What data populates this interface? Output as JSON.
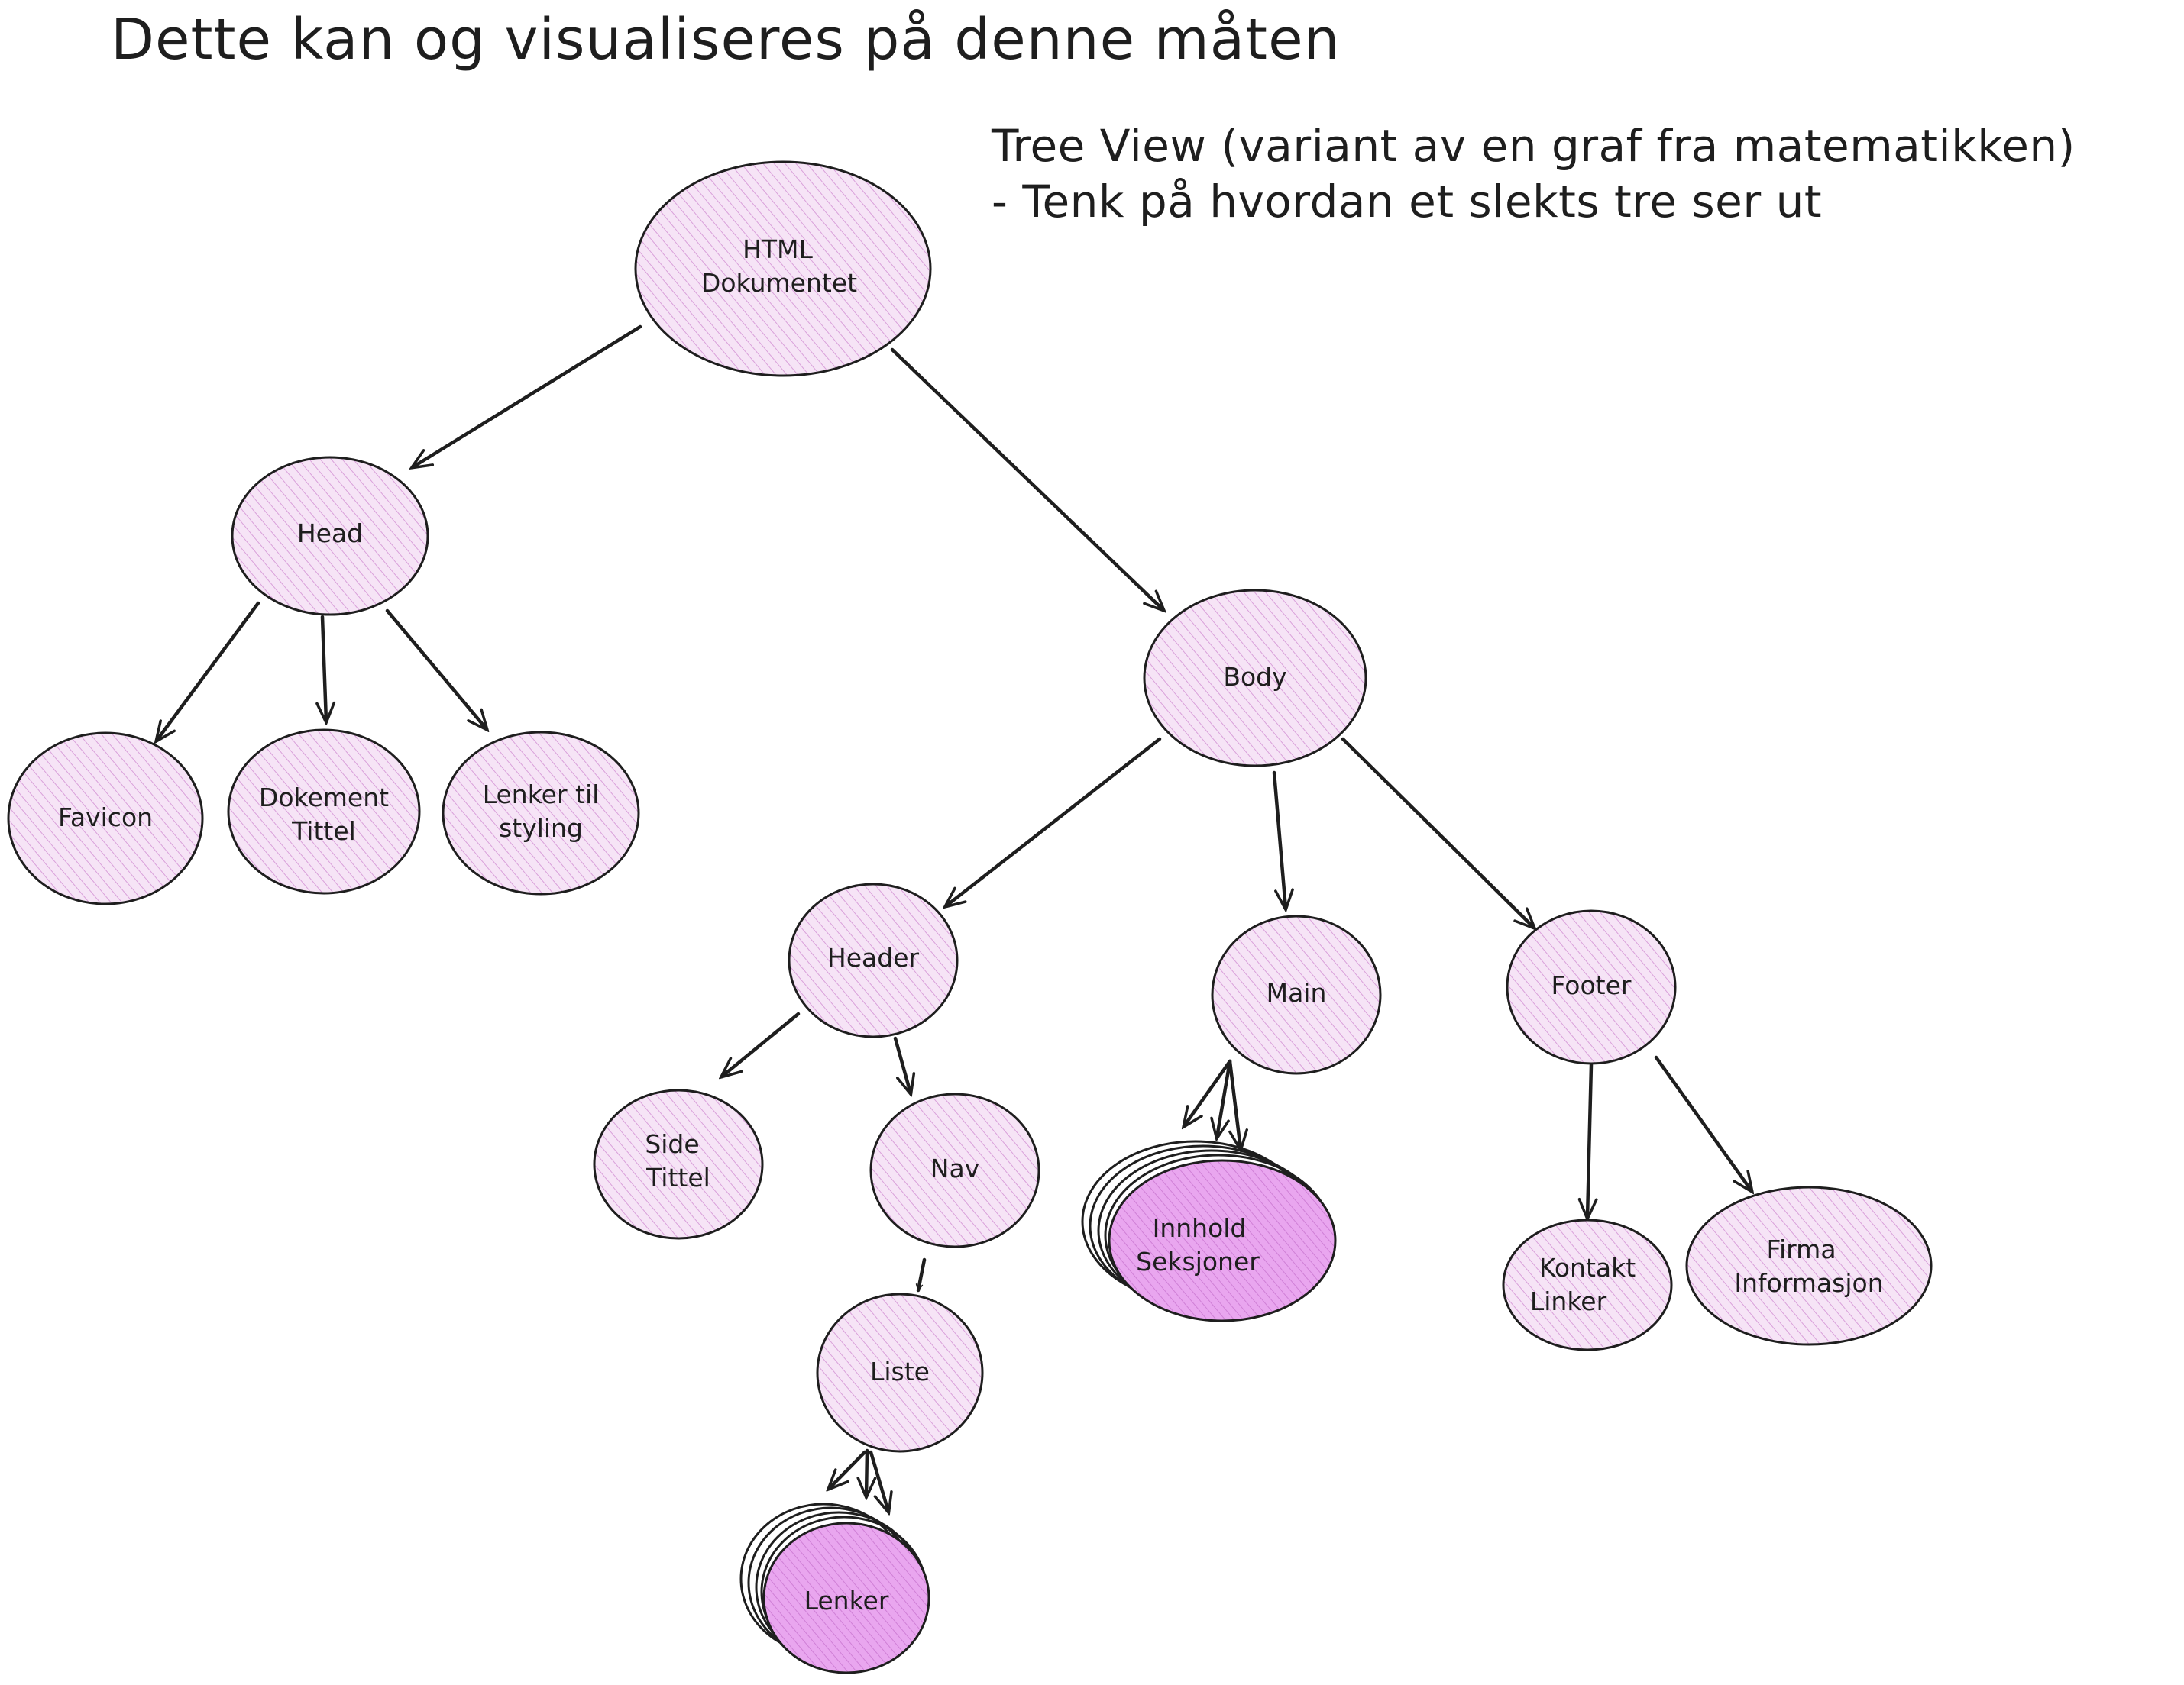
{
  "title": "Dette kan og visualiseres på denne måten",
  "subtitle": {
    "line1": "Tree View (variant av en graf fra matematikken)",
    "line2": "- Tenk på hvordan et slekts tre ser ut"
  },
  "colors": {
    "node_fill": "#f3d9f3",
    "node_fill_dense": "#e8a8ee",
    "hatch": "#d58fd6",
    "stroke": "#1e1e1e"
  },
  "nodes": {
    "html_document": [
      "HTML",
      "Dokumentet"
    ],
    "head": [
      "Head"
    ],
    "body": [
      "Body"
    ],
    "favicon": [
      "Favicon"
    ],
    "dokument_tittel": [
      "Dokement",
      "Tittel"
    ],
    "lenker_styling": [
      "Lenker til",
      "styling"
    ],
    "header": [
      "Header"
    ],
    "main": [
      "Main"
    ],
    "footer": [
      "Footer"
    ],
    "side_tittel": [
      "Side",
      "Tittel"
    ],
    "nav": [
      "Nav"
    ],
    "liste": [
      "Liste"
    ],
    "lenker": [
      "Lenker"
    ],
    "innhold_seksjoner": [
      "Innhold",
      "Seksjoner"
    ],
    "kontakt_linker": [
      "Kontakt",
      "Linker"
    ],
    "firma_informasjon": [
      "Firma",
      "Informasjon"
    ]
  }
}
